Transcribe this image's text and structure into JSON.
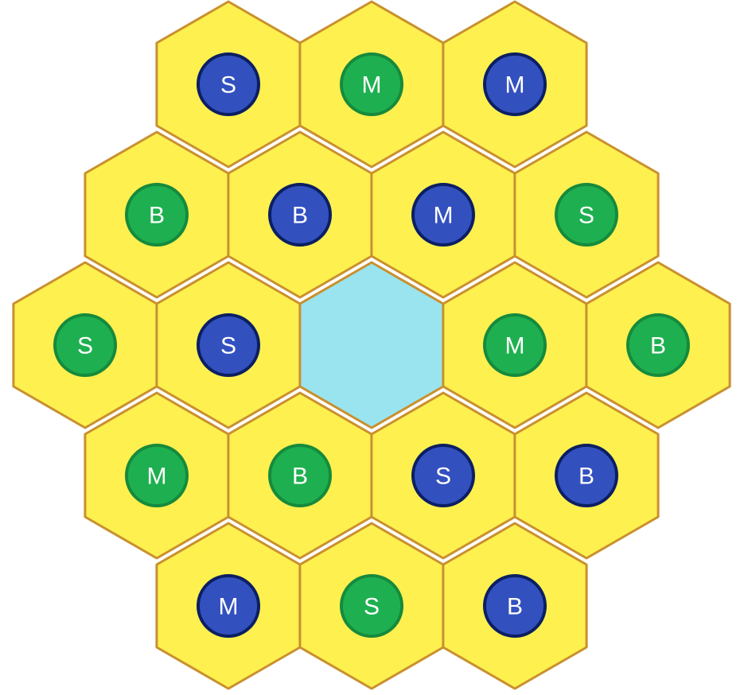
{
  "colors": {
    "background": "#ffffff",
    "hex_fill": "#fdf04f",
    "hex_stroke": "#c9902e",
    "empty_hex_fill": "#99e4ee",
    "label_text": "#ffffff",
    "piece_green": {
      "fill": "#1eb050",
      "stroke": "#168a3c"
    },
    "piece_blue": {
      "fill": "#3350bf",
      "stroke": "#0b1f62"
    }
  },
  "board": {
    "layout": "hexagonal",
    "rows": [
      [
        {
          "label": "S",
          "color": "blue"
        },
        {
          "label": "M",
          "color": "green"
        },
        {
          "label": "M",
          "color": "blue"
        }
      ],
      [
        {
          "label": "B",
          "color": "green"
        },
        {
          "label": "B",
          "color": "blue"
        },
        {
          "label": "M",
          "color": "blue"
        },
        {
          "label": "S",
          "color": "green"
        }
      ],
      [
        {
          "label": "S",
          "color": "green"
        },
        {
          "label": "S",
          "color": "blue"
        },
        {
          "label": "",
          "color": "empty"
        },
        {
          "label": "M",
          "color": "green"
        },
        {
          "label": "B",
          "color": "green"
        }
      ],
      [
        {
          "label": "M",
          "color": "green"
        },
        {
          "label": "B",
          "color": "green"
        },
        {
          "label": "S",
          "color": "blue"
        },
        {
          "label": "B",
          "color": "blue"
        }
      ],
      [
        {
          "label": "M",
          "color": "blue"
        },
        {
          "label": "S",
          "color": "green"
        },
        {
          "label": "B",
          "color": "blue"
        }
      ]
    ]
  }
}
